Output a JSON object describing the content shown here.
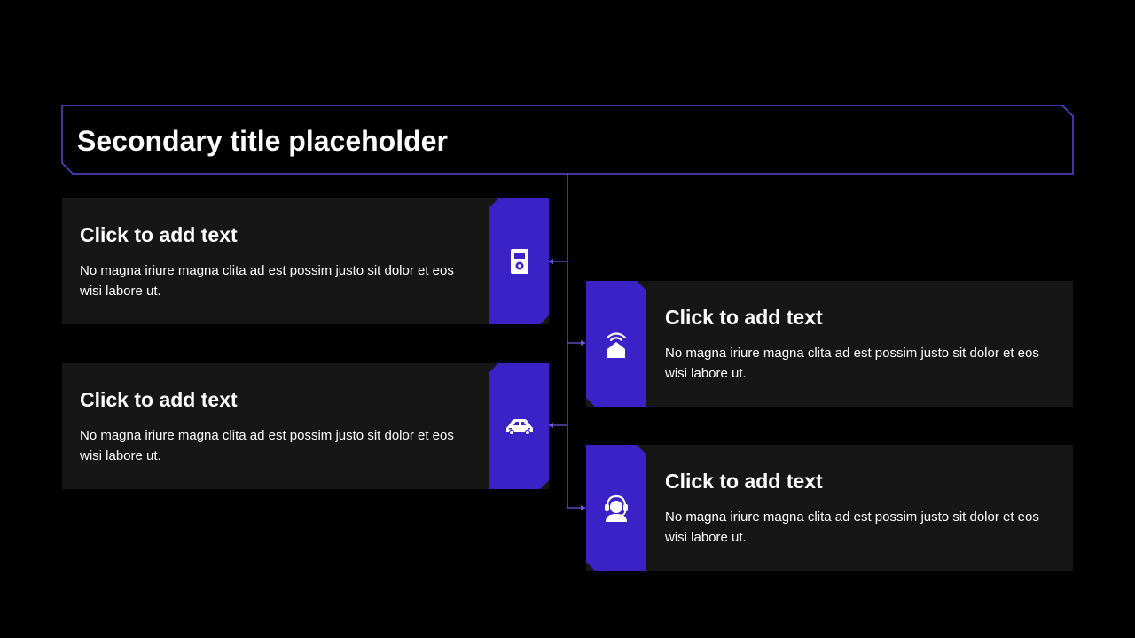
{
  "title": "Secondary title placeholder",
  "colors": {
    "background": "#000000",
    "card": "#161616",
    "accent": "#3a22c7",
    "connector": "#6b55e0"
  },
  "cards": [
    {
      "heading": "Click to add text",
      "body": "No magna iriure magna clita ad est possim justo sit dolor et eos wisi labore ut.",
      "icon": "media-player-icon"
    },
    {
      "heading": "Click to add text",
      "body": "No magna iriure magna clita ad est possim justo sit dolor et eos wisi labore ut.",
      "icon": "car-icon"
    },
    {
      "heading": "Click to add text",
      "body": "No magna iriure magna clita ad est possim justo sit dolor et eos wisi labore ut.",
      "icon": "smart-home-icon"
    },
    {
      "heading": "Click to add text",
      "body": "No magna iriure magna clita ad est possim justo sit dolor et eos wisi labore ut.",
      "icon": "customer-service-icon"
    }
  ]
}
